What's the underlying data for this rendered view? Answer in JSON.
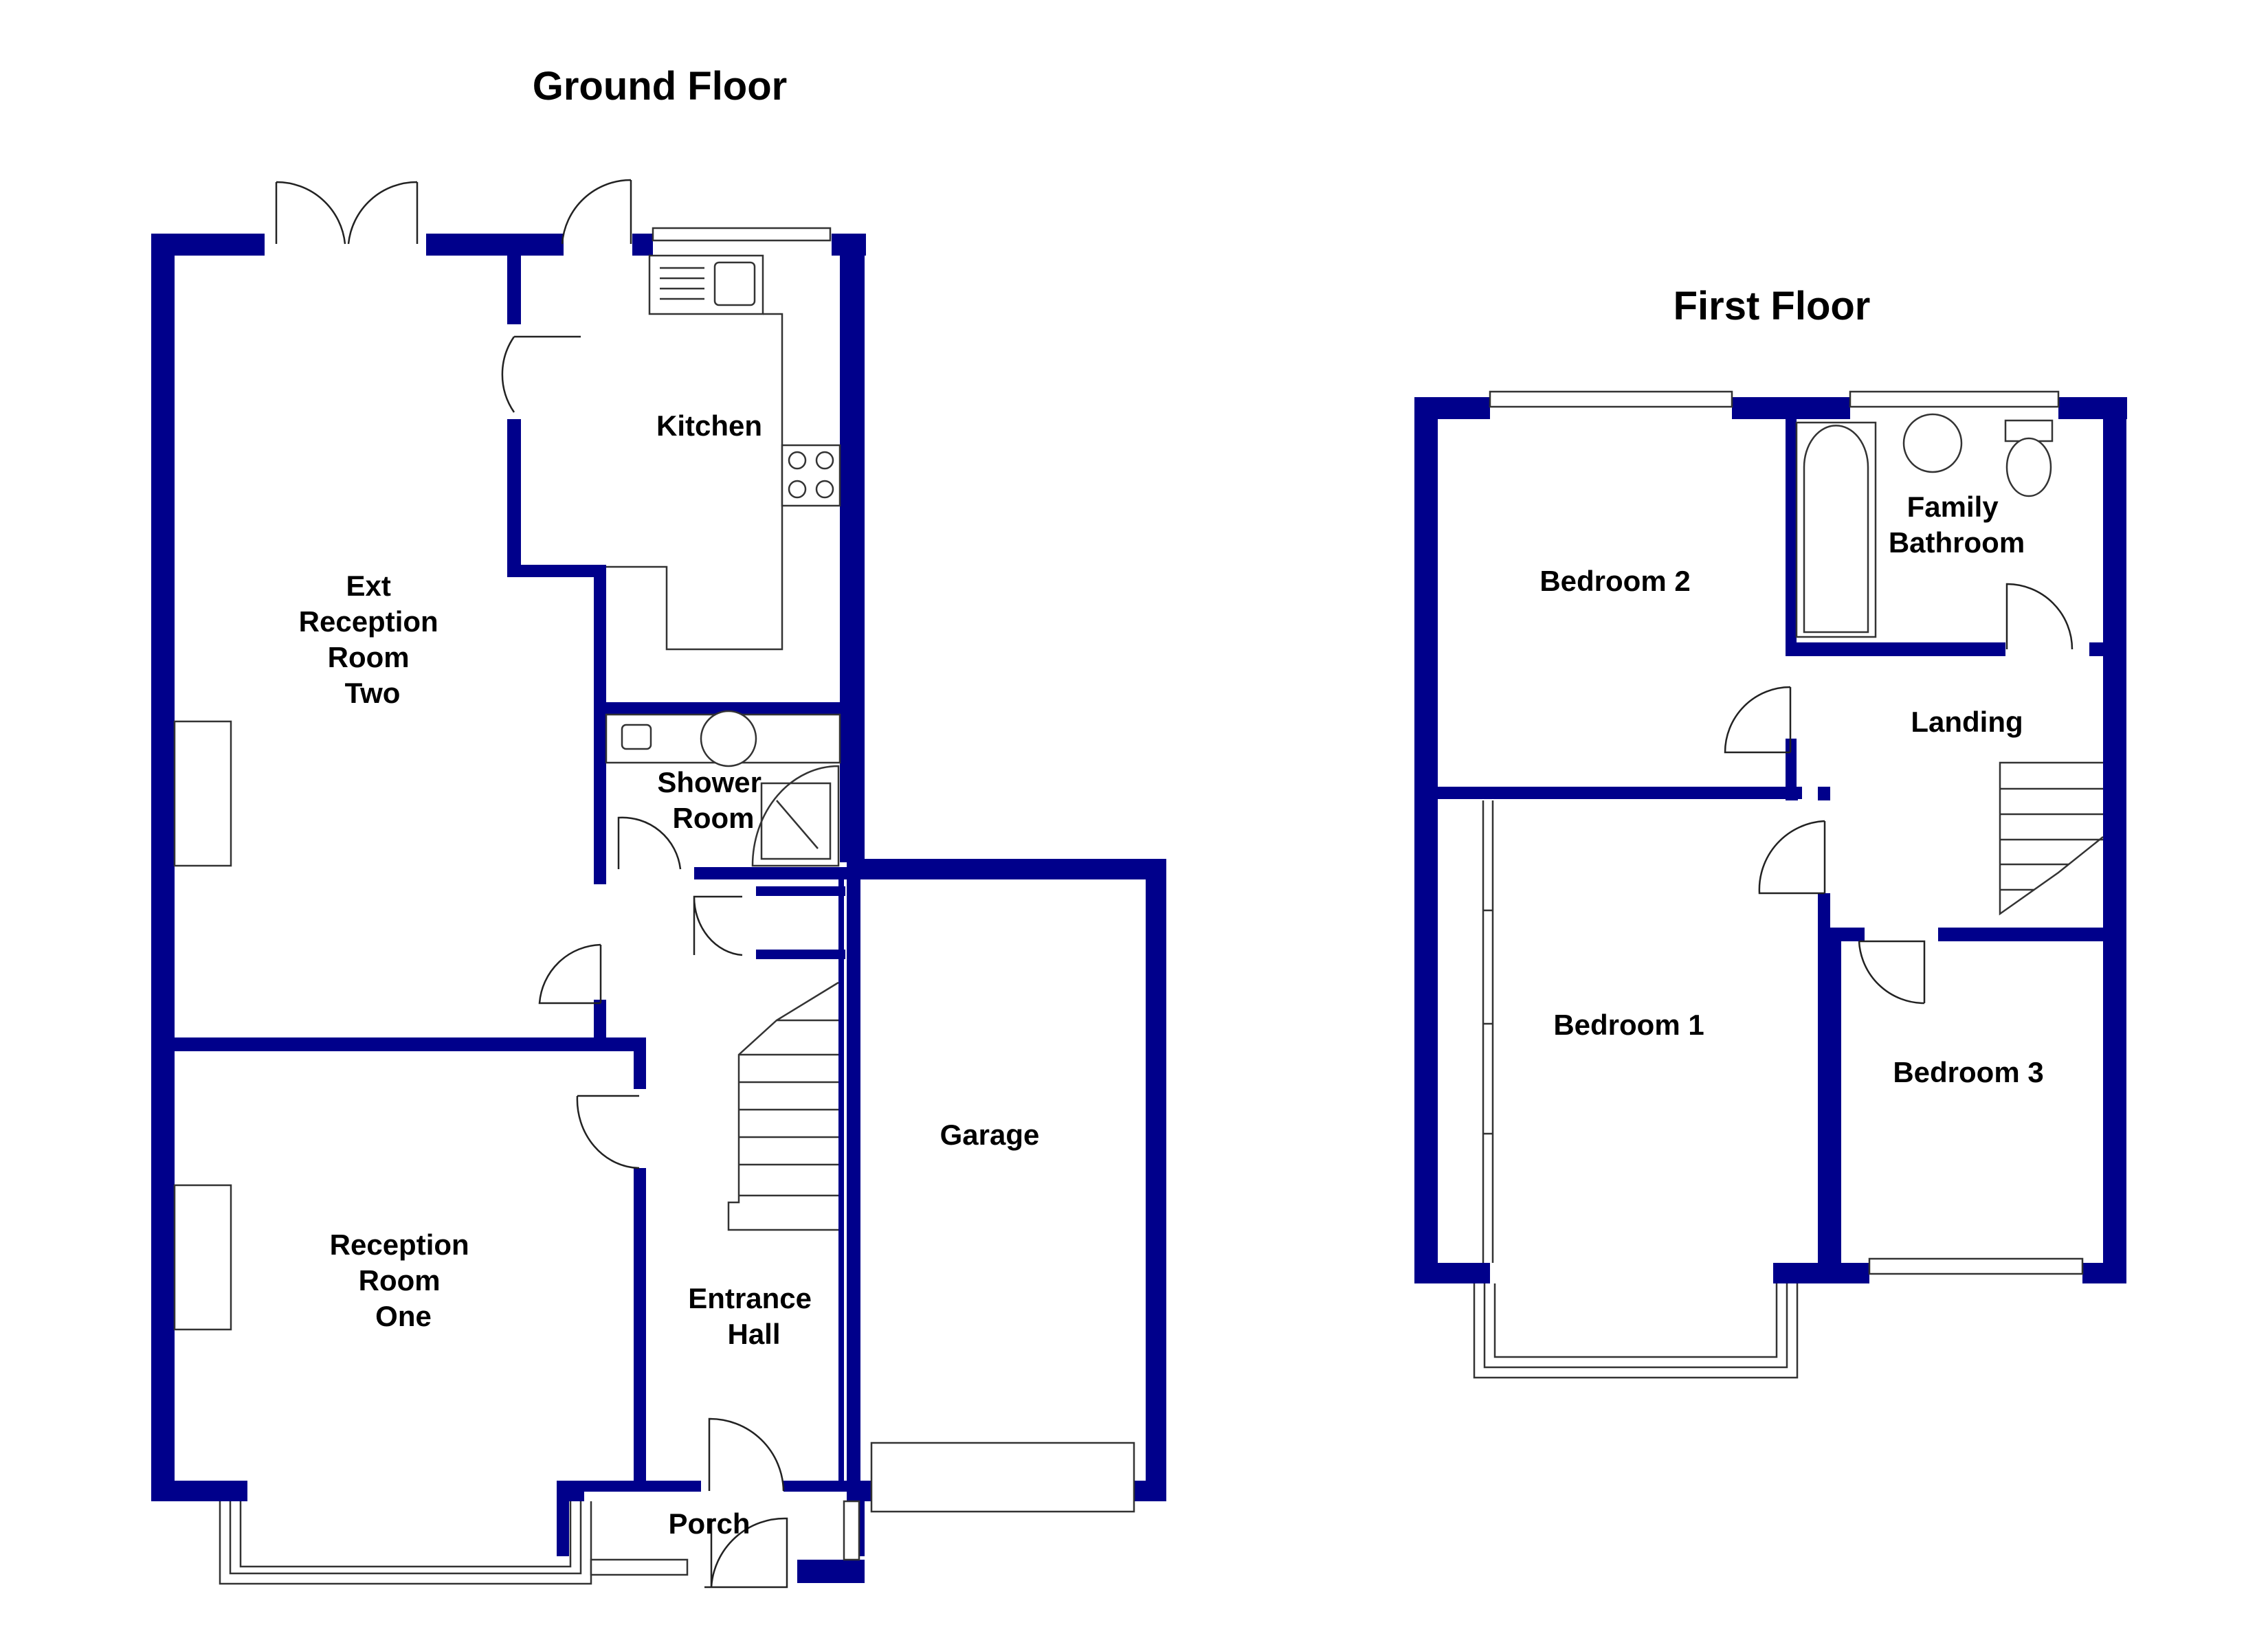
{
  "ground_floor": {
    "title": "Ground Floor",
    "rooms": [
      {
        "id": "ext-reception",
        "lines": [
          "Ext",
          "Reception",
          "Room",
          "Two"
        ]
      },
      {
        "id": "kitchen",
        "lines": [
          "Kitchen"
        ]
      },
      {
        "id": "shower-room",
        "lines": [
          "Shower",
          "Room"
        ]
      },
      {
        "id": "reception-one",
        "lines": [
          "Reception",
          "Room",
          "One"
        ]
      },
      {
        "id": "entrance-hall",
        "lines": [
          "Entrance",
          "Hall"
        ]
      },
      {
        "id": "garage",
        "lines": [
          "Garage"
        ]
      },
      {
        "id": "porch",
        "lines": [
          "Porch"
        ]
      }
    ]
  },
  "first_floor": {
    "title": "First Floor",
    "rooms": [
      {
        "id": "bedroom-2",
        "lines": [
          "Bedroom 2"
        ]
      },
      {
        "id": "family-bathroom",
        "lines": [
          "Family",
          "Bathroom"
        ]
      },
      {
        "id": "landing",
        "lines": [
          "Landing"
        ]
      },
      {
        "id": "bedroom-1",
        "lines": [
          "Bedroom 1"
        ]
      },
      {
        "id": "bedroom-3",
        "lines": [
          "Bedroom 3"
        ]
      }
    ]
  },
  "colors": {
    "wall": "#00008b",
    "fixture_line": "#333333",
    "background": "#ffffff"
  }
}
